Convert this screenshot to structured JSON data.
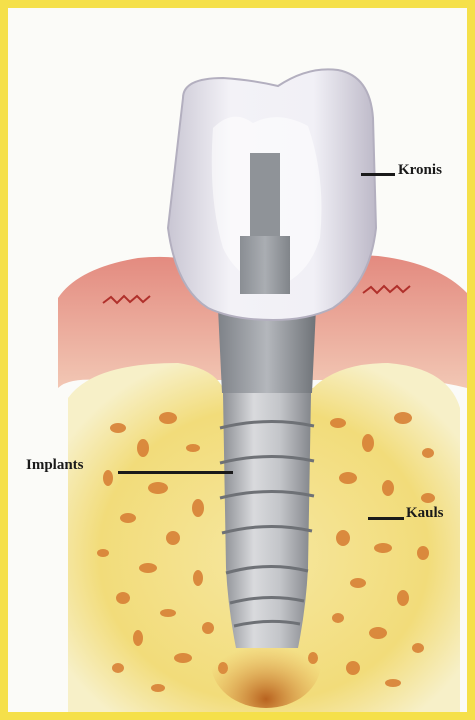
{
  "labels": {
    "crown": "Kronis",
    "implant": "Implants",
    "bone": "Kauls"
  },
  "colors": {
    "frame": "#f5e04a",
    "background": "#fbfbf8",
    "gum": "#d9706a",
    "bone": "#f2dc7a",
    "marrow": "#d88136",
    "crown": "#e7e5ee",
    "implant": "#b7b9bd"
  }
}
